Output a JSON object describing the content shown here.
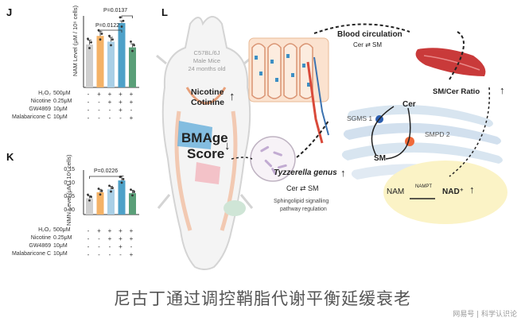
{
  "panel_j": {
    "letter": "J",
    "ylabel": "NAM Level (μM / 10⁶ cells)",
    "p_top": "P=0.0137",
    "p_low": "P=0.0122"
  },
  "panel_k": {
    "letter": "K",
    "ylabel": "NMN Level (μM / 10⁶ cells)",
    "p_top": "P=0.0226"
  },
  "treatments": [
    {
      "name": "H₂O₂",
      "dose": "500μM",
      "signs": [
        "-",
        "+",
        "+",
        "+",
        "+"
      ]
    },
    {
      "name": "Nicotine",
      "dose": "0.25μM",
      "signs": [
        "-",
        "-",
        "+",
        "+",
        "+"
      ]
    },
    {
      "name": "GW4869",
      "dose": "10μM",
      "signs": [
        "-",
        "-",
        "-",
        "+",
        "-"
      ]
    },
    {
      "name": "Malabaricone C",
      "dose": "10μM",
      "signs": [
        "-",
        "-",
        "-",
        "-",
        "+"
      ]
    }
  ],
  "bar_colors": [
    "#cfcfcf",
    "#f4b266",
    "#a9cfe6",
    "#4ea1c8",
    "#5a9f78"
  ],
  "chart_data": [
    {
      "type": "bar",
      "title": "",
      "ylabel": "NAM Level (μM / 10⁶ cells)",
      "ylim": [
        0,
        5
      ],
      "yticks": [],
      "categories": [
        "1",
        "2",
        "3",
        "4",
        "5"
      ],
      "values": [
        3.0,
        3.6,
        3.2,
        4.5,
        2.8
      ],
      "errors": [
        0.3,
        0.3,
        0.3,
        0.15,
        0.25
      ]
    },
    {
      "type": "bar",
      "title": "",
      "ylabel": "NMN Level (μM / 10⁶ cells)",
      "ylim": [
        0,
        0.15
      ],
      "yticks": [
        "0.15",
        "0.10",
        "0.05",
        "0.00"
      ],
      "categories": [
        "1",
        "2",
        "3",
        "4",
        "5"
      ],
      "values": [
        0.055,
        0.075,
        0.085,
        0.115,
        0.072
      ],
      "errors": [
        0.008,
        0.01,
        0.01,
        0.015,
        0.01
      ]
    }
  ],
  "panel_l": {
    "letter": "L",
    "mouse_line1": "C57BL/6J",
    "mouse_line2": "Male Mice",
    "mouse_line3": "24 months old",
    "nicotine": "Nicotine",
    "cotinine": "Cotinine",
    "bmage1": "BMAge",
    "bmage2": "Score",
    "blood": "Blood circulation",
    "cer_sm_top": "Cer ⇄ SM",
    "ratio": "SM/Cer Ratio",
    "cer": "Cer",
    "sgms": "SGMS 1",
    "smpd": "SMPD 2",
    "sm": "SM",
    "tyzzerella": "Tyzzerella genus",
    "cer_sm_bottom": "Cer ⇄ SM",
    "sphingo1": "Sphingolipid signalling",
    "sphingo2": "pathway regulation",
    "nam": "NAM",
    "nampt": "NAMPT",
    "nad": "NAD⁺"
  },
  "caption": "尼古丁通过调控鞘脂代谢平衡延缓衰老",
  "watermark": "网易号 | 科学认识论"
}
